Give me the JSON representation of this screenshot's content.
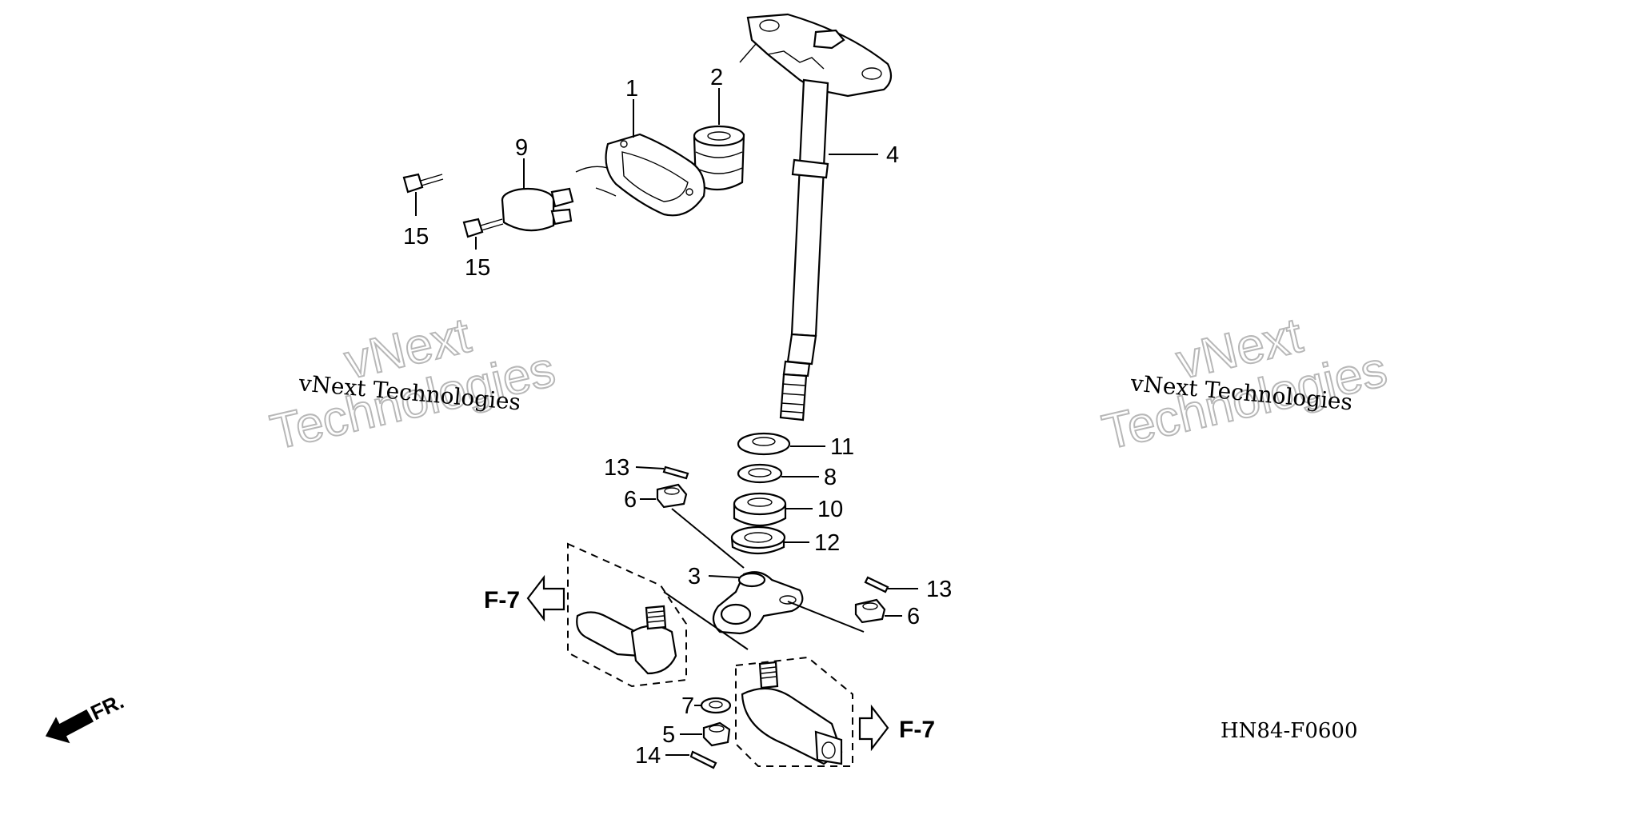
{
  "diagram": {
    "callouts": {
      "c1": "1",
      "c2": "2",
      "c3": "3",
      "c4": "4",
      "c5": "5",
      "c6a": "6",
      "c6b": "6",
      "c7": "7",
      "c8": "8",
      "c9": "9",
      "c10": "10",
      "c11": "11",
      "c12": "12",
      "c13a": "13",
      "c13b": "13",
      "c14": "14",
      "c15a": "15",
      "c15b": "15"
    },
    "ref_left": "F-7",
    "ref_right": "F-7",
    "front_label": "FR.",
    "diagram_code": "HN84-F0600"
  },
  "watermarks": {
    "left_small": "vNext Technologies",
    "left_big_line1": "vNext",
    "left_big_line2": "Technologies",
    "right_small": "vNext Technologies",
    "right_big_line1": "vNext",
    "right_big_line2": "Technologies"
  }
}
